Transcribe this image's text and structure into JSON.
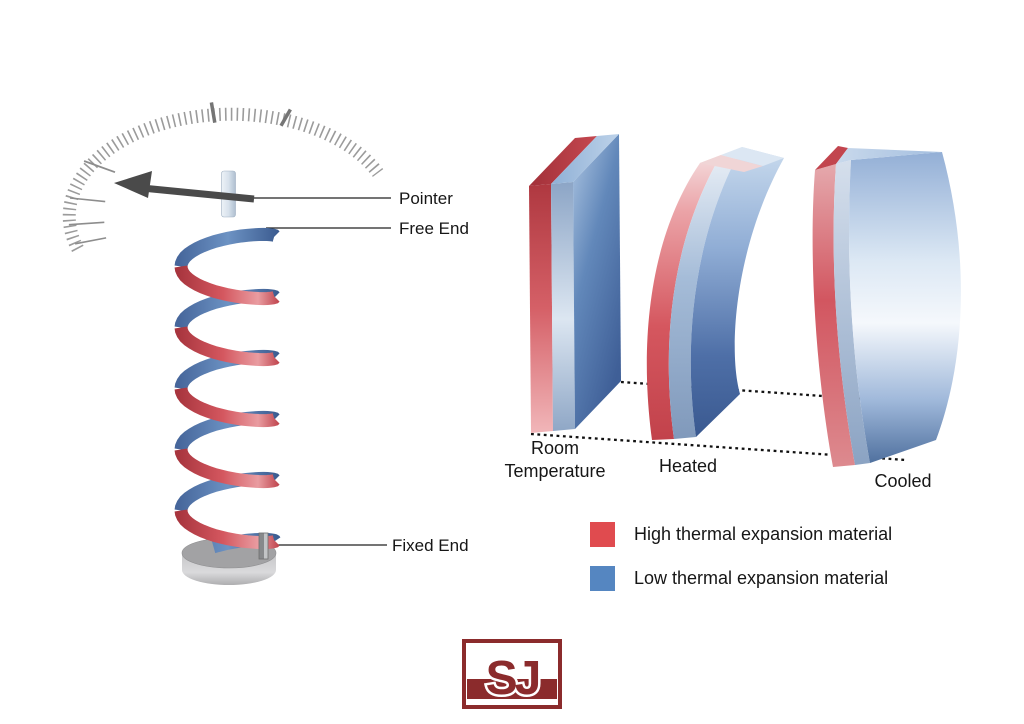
{
  "labels": {
    "pointer": "Pointer",
    "free_end": "Free End",
    "fixed_end": "Fixed End"
  },
  "states": {
    "room": "Room Temperature",
    "heated": "Heated",
    "cooled": "Cooled"
  },
  "legend": {
    "items": [
      {
        "label": "High thermal expansion material",
        "color": "#E04B4F"
      },
      {
        "label": "Low thermal expansion material",
        "color": "#5586C1"
      }
    ]
  },
  "logo": {
    "text": "SJ",
    "color": "#8B2B2C"
  },
  "colors": {
    "coil_red": "#C94A52",
    "coil_blue": "#4D6FA3",
    "pointer_arrow": "#4A4A4A",
    "dial_ticks": "#9B9B9B",
    "base_gray": "#B9B9BB",
    "leader_line": "#222222"
  }
}
